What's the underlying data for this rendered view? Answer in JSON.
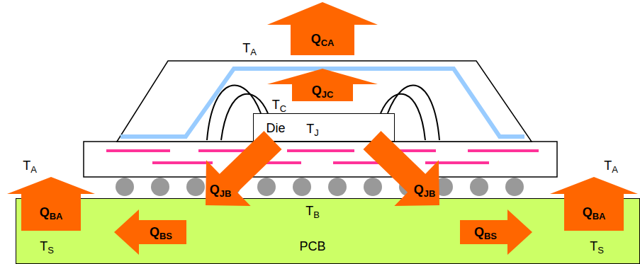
{
  "diagram": {
    "nodes": [
      {
        "text": [
          "QCA"
        ]
      },
      {
        "text": [
          "QJC"
        ]
      },
      {
        "text": [
          "Die",
          "TJ"
        ]
      },
      {
        "text": [
          "TB",
          "PCB"
        ]
      },
      {
        "text": [
          "QJB"
        ]
      },
      {
        "text": [
          "QJB"
        ]
      },
      {
        "text": [
          "QBA"
        ]
      },
      {
        "text": [
          "QBA"
        ]
      },
      {
        "text": [
          "QBS"
        ],
        "in": 3
      },
      {
        "text": [
          "QBS"
        ],
        "in": 3
      }
    ],
    "labels": [
      "TA",
      "TC",
      "TA",
      "TA",
      "TS",
      "TS"
    ]
  }
}
